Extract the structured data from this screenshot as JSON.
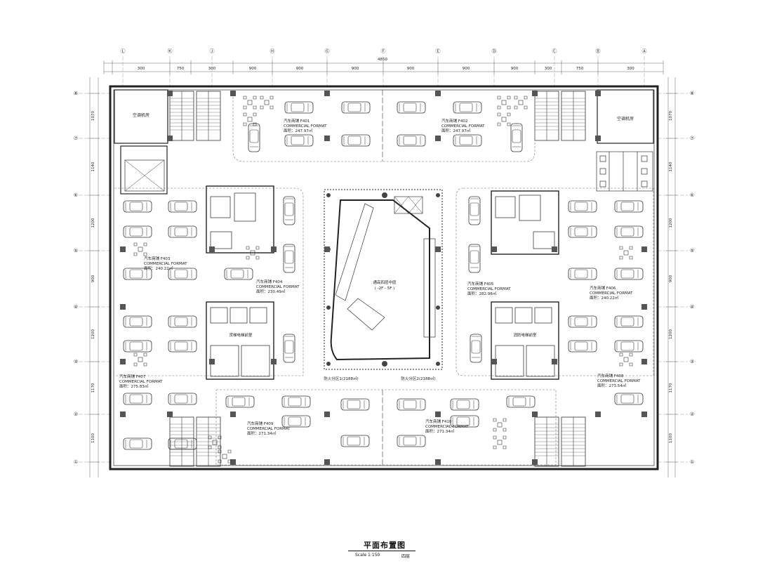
{
  "grid": {
    "columns": [
      "Ⓛ",
      "Ⓚ",
      "Ⓙ",
      "Ⓗ",
      "Ⓖ",
      "Ⓕ",
      "Ⓔ",
      "Ⓓ",
      "Ⓒ",
      "Ⓑ",
      "Ⓐ"
    ],
    "rows": [
      "⑧",
      "⑦",
      "⑥",
      "⑤",
      "④",
      "③",
      "②",
      "①"
    ]
  },
  "dimensions": {
    "top_overall": "4850",
    "top_segments": [
      "300",
      "750",
      "300",
      "900",
      "900",
      "900",
      "900",
      "900",
      "900",
      "300",
      "750",
      "300"
    ],
    "left_segments": [
      "1070",
      "1140",
      "1200",
      "900",
      "1200",
      "1170",
      "1100"
    ],
    "right_segments": [
      "1070",
      "1140",
      "1200",
      "900",
      "1200",
      "1170",
      "1100"
    ]
  },
  "rooms": {
    "ac_room_left": "空调机房",
    "ac_room_right": "空调机房",
    "atrium": "通高四层中庭",
    "atrium_sub": "( -2F - 5F )",
    "fire_zone_1": "防火分区1(2188㎡)",
    "fire_zone_2": "防火分区2(2188㎡)",
    "freight_left": "货梯电梯前室",
    "freight_right": "消防电梯前室"
  },
  "units": [
    {
      "name": "汽车商铺 F401",
      "format": "COMMERCIAL FORMAT",
      "area": "面积：247.97㎡"
    },
    {
      "name": "汽车商铺 F402",
      "format": "COMMERCIAL FORMAT",
      "area": "面积：247.97㎡"
    },
    {
      "name": "汽车商铺 F403",
      "format": "COMMERCIAL FORMAT",
      "area": "面积：240.22㎡"
    },
    {
      "name": "汽车商铺 F404",
      "format": "COMMERCIAL FORMAT",
      "area": "面积：230.49㎡"
    },
    {
      "name": "汽车商铺 F405",
      "format": "COMMERCIAL FORMAT",
      "area": "面积：282.98㎡"
    },
    {
      "name": "汽车商铺 F406",
      "format": "COMMERCIAL FORMAT",
      "area": "面积：240.22㎡"
    },
    {
      "name": "汽车商铺 F407",
      "format": "COMMERCIAL FORMAT",
      "area": "面积：275.83㎡"
    },
    {
      "name": "汽车商铺 F408",
      "format": "COMMERCIAL FORMAT",
      "area": "面积：273.54㎡"
    },
    {
      "name": "汽车商铺 F409",
      "format": "COMMERCIAL FORMAT",
      "area": "面积：271.34㎡"
    },
    {
      "name": "汽车商铺 F410",
      "format": "COMMERCIAL FORMAT",
      "area": "面积：271.34㎡"
    }
  ],
  "title_block": {
    "title": "平面布置图",
    "scale": "Scale 1:150",
    "floor": "四层"
  }
}
